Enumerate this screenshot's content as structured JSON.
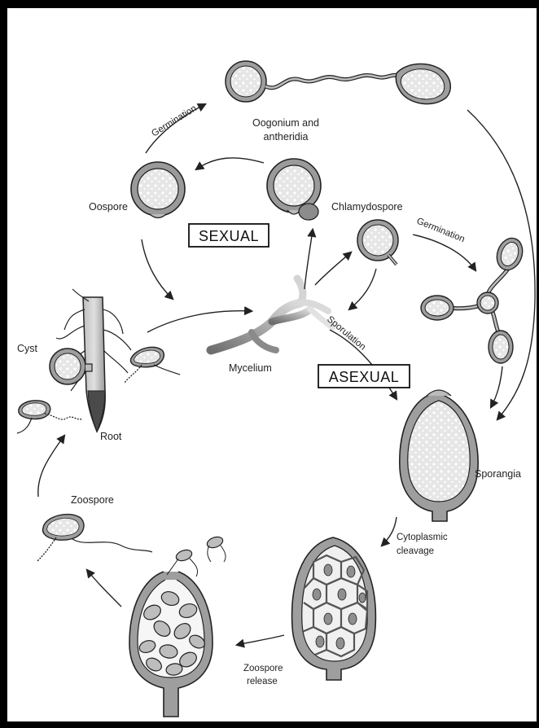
{
  "labels": {
    "germination_top": "Germination",
    "oogonium_line1": "Oogonium and",
    "oogonium_line2": "antheridia",
    "oospore": "Oospore",
    "sexual": "SEXUAL",
    "chlamydospore": "Chlamydospore",
    "germination_right": "Germination",
    "cyst": "Cyst",
    "sporulation": "Sporulation",
    "mycelium": "Mycelium",
    "asexual": "ASEXUAL",
    "root": "Root",
    "sporangia": "Sporangia",
    "zoospore": "Zoospore",
    "cytoplasmic_line1": "Cytoplasmic",
    "cytoplasmic_line2": "cleavage",
    "zoospore_release_line1": "Zoospore",
    "zoospore_release_line2": "release"
  },
  "colors": {
    "fill_light": "#ececec",
    "fill_mid": "#b8b8b8",
    "stroke": "#2b2b2b",
    "root_dark": "#4a4a4a"
  }
}
